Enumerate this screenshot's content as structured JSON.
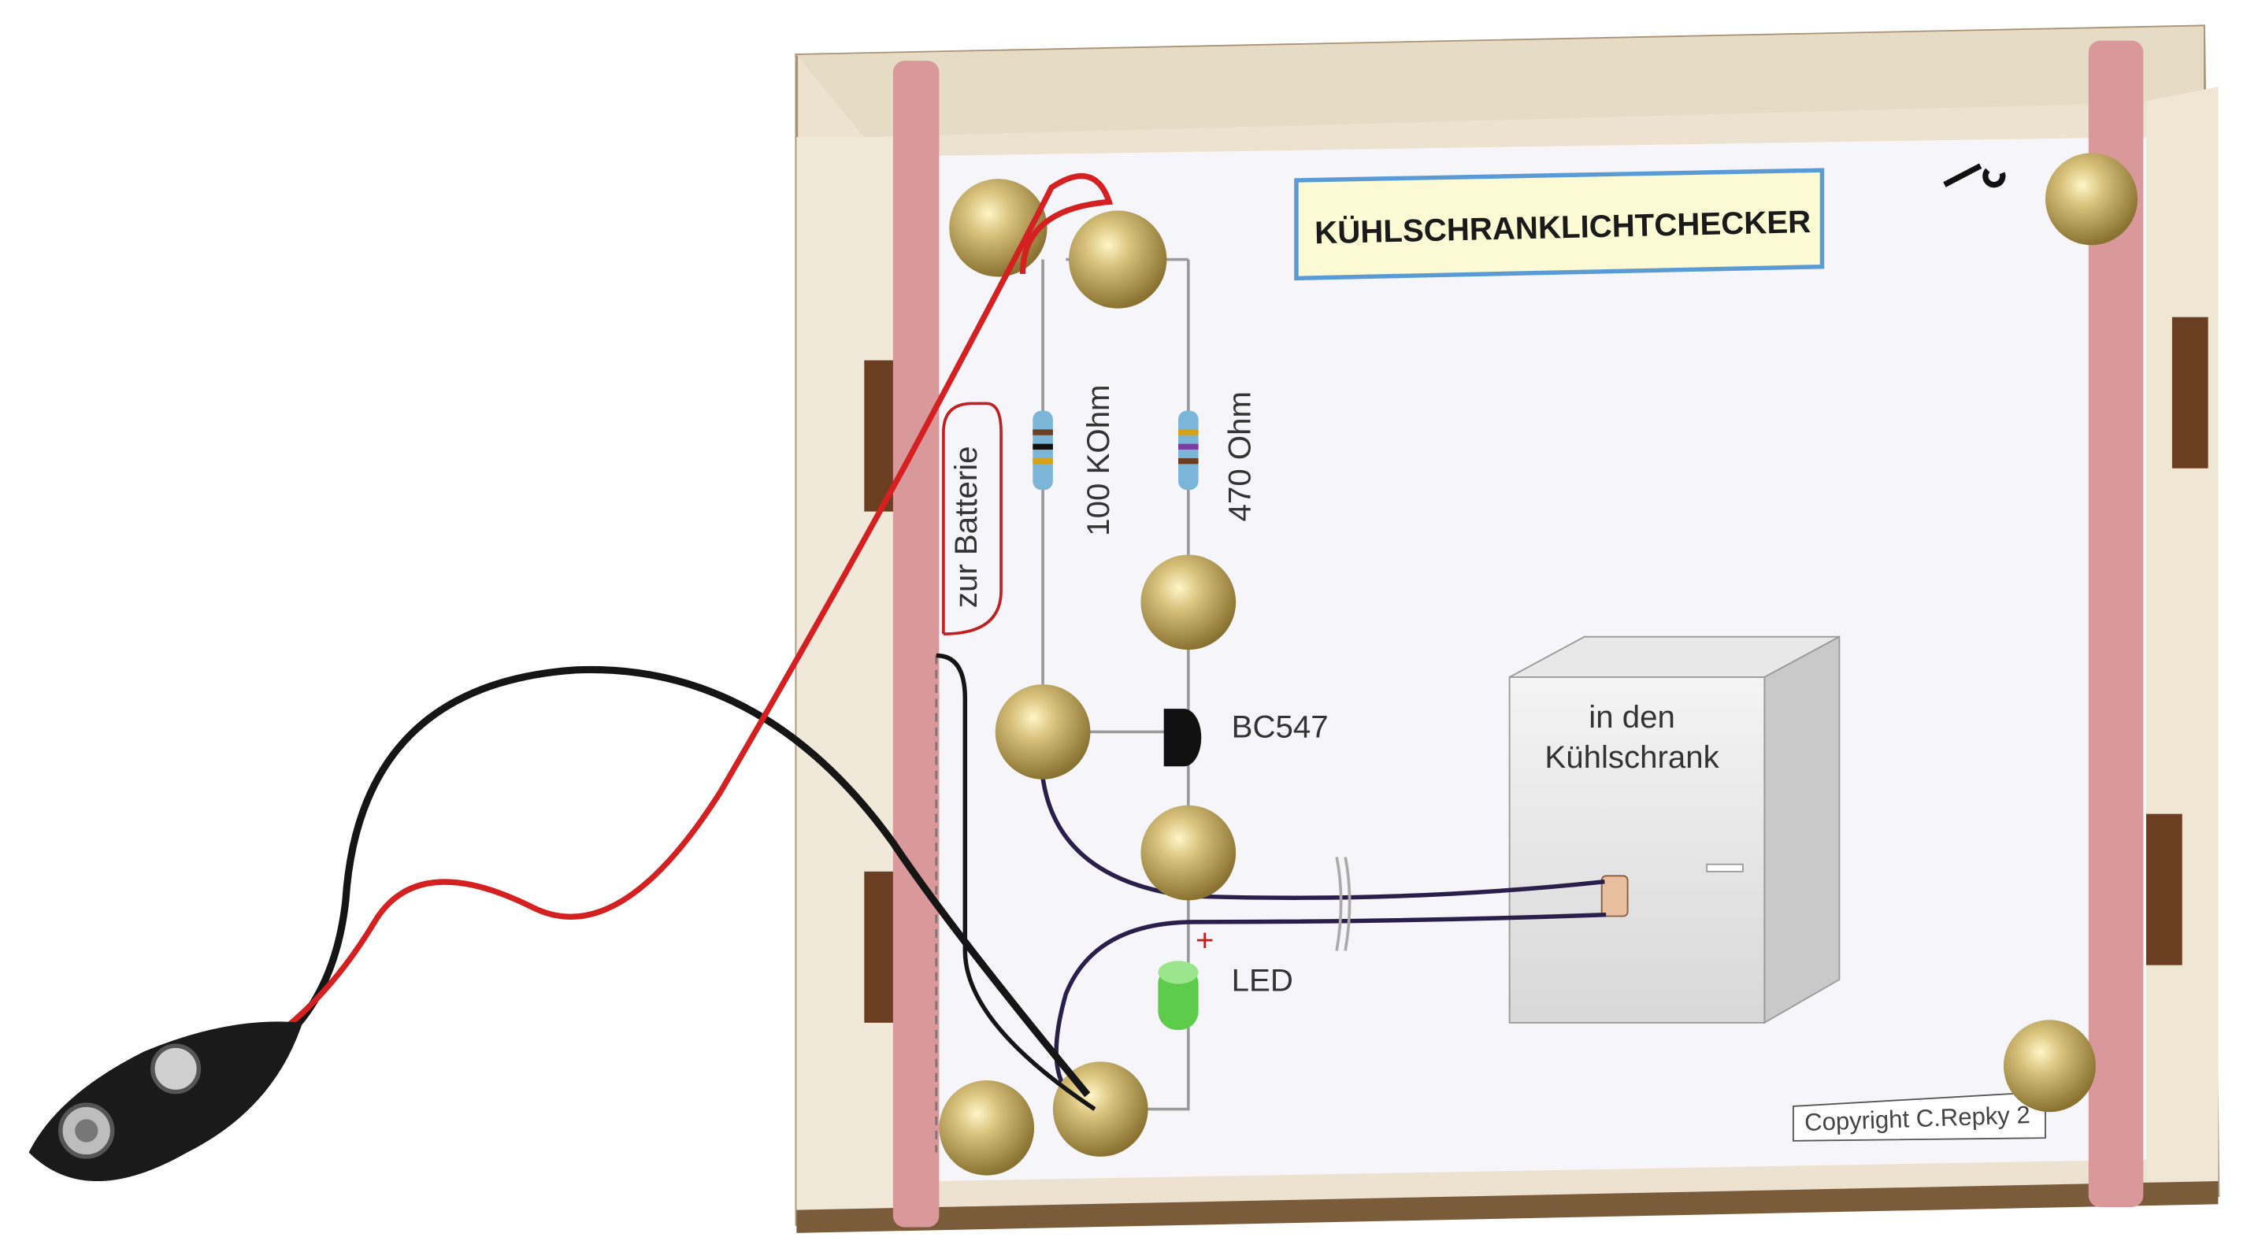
{
  "board": {
    "title": "KÜHLSCHRANKLICHTCHECKER",
    "battery_label": "zur Batterie",
    "resistor1_label": "100 KOhm",
    "resistor2_label": "470 Ohm",
    "transistor_label": "BC547",
    "led_label": "LED",
    "led_polarity": "+",
    "fridge_label_line1": "in den",
    "fridge_label_line2": "Kühlschrank",
    "copyright": "Copyright C.Repky 2"
  },
  "colors": {
    "wood": "#efe6d6",
    "rubber_band": "#d9999b",
    "brass": "#c9b06a",
    "title_bg": "#fbfad4",
    "title_border": "#5b9bd5",
    "red_wire": "#d42020",
    "black_wire": "#151515",
    "led_green": "#5ccc4a"
  }
}
